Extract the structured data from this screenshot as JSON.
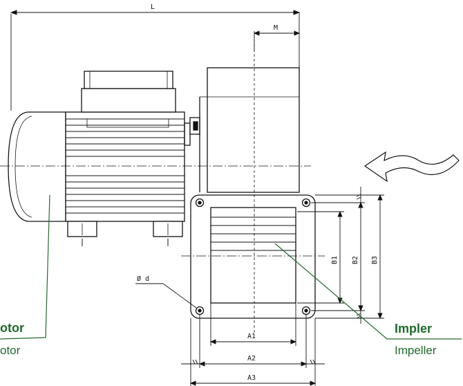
{
  "dimensions": {
    "L": "L",
    "M": "M",
    "A1": "A1",
    "A2": "A2",
    "A3": "A3",
    "B1": "B1",
    "B2": "B2",
    "B3": "B3",
    "hole": "Ø d"
  },
  "labels": {
    "motor_bold": "otor",
    "motor": "otor",
    "impeller_bold": "Impler",
    "impeller": "Impeller"
  },
  "colors": {
    "leader": "#1e6b2a",
    "line": "#111111"
  }
}
